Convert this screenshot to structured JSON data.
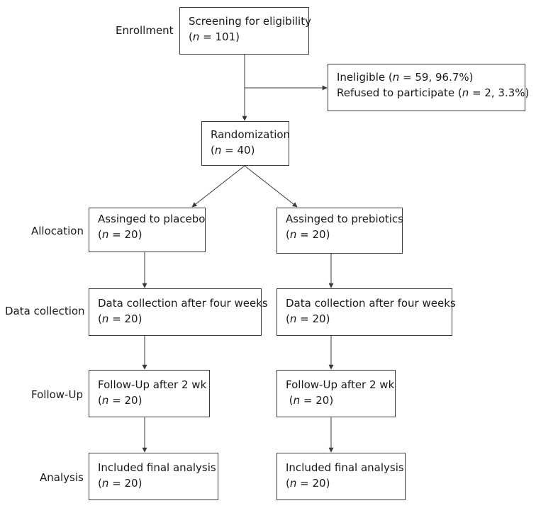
{
  "stages": {
    "enrollment": "Enrollment",
    "allocation": "Allocation",
    "data_collection": "Data collection",
    "follow_up": "Follow-Up",
    "analysis": "Analysis"
  },
  "boxes": {
    "screening": {
      "line1": "Screening for eligibility",
      "n_var": "n",
      "n_rest": " = 101)"
    },
    "excluded": {
      "line1_pre": "Ineligible (",
      "line1_var": "n",
      "line1_rest": " = 59, 96.7%)",
      "line2_pre": "Refused to participate (",
      "line2_var": "n",
      "line2_rest": " = 2, 3.3%)"
    },
    "randomization": {
      "line1": "Randomization",
      "n_var": "n",
      "n_rest": " = 40)"
    },
    "placebo": {
      "allocation": {
        "line1": "Assinged to placebo",
        "n_var": "n",
        "n_rest": " = 20)"
      },
      "data_collection": {
        "line1": "Data collection after four weeks",
        "n_var": "n",
        "n_rest": " = 20)"
      },
      "follow_up": {
        "line1": "Follow-Up after 2 wk",
        "n_var": "n",
        "n_rest": " = 20)"
      },
      "analysis": {
        "line1": "Included final analysis",
        "n_var": "n",
        "n_rest": " = 20)"
      }
    },
    "prebiotics": {
      "allocation": {
        "line1": "Assinged to prebiotics",
        "n_var": "n",
        "n_rest": " = 20)"
      },
      "data_collection": {
        "line1": "Data collection after four weeks",
        "n_var": "n",
        "n_rest": " = 20)"
      },
      "follow_up": {
        "line1": "Follow-Up after 2 wk",
        "n_var": "n",
        "n_rest": " = 20)"
      },
      "analysis": {
        "line1": "Included final analysis",
        "n_var": "n",
        "n_rest": " = 20)"
      }
    }
  },
  "colors": {
    "line": "#3a3a3a",
    "text": "#1a1a1a",
    "background": "#ffffff"
  }
}
